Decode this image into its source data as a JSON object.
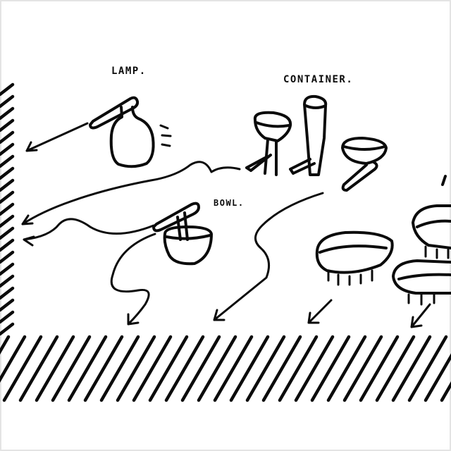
{
  "labels": {
    "lamp": "LAMP.",
    "container": "CONTAINER.",
    "bowl": "BOWL."
  },
  "colors": {
    "ink": "#0b0b0b",
    "paper": "#ffffff",
    "frame": "#e4e4e4"
  }
}
